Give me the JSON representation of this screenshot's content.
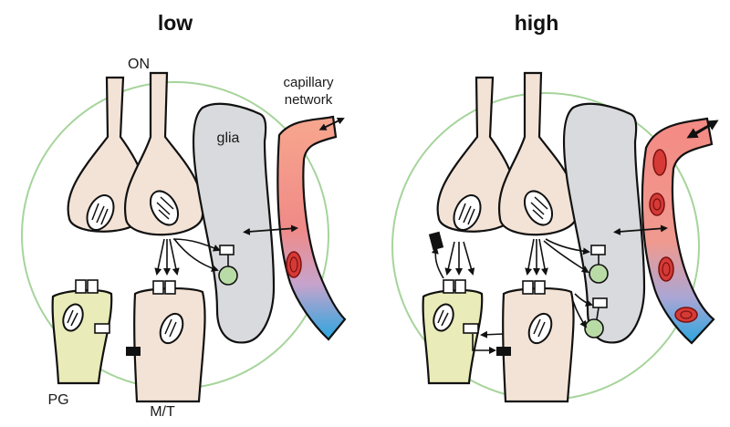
{
  "panels": {
    "left": {
      "title": "low"
    },
    "right": {
      "title": "high"
    }
  },
  "labels": {
    "on": "ON",
    "capillary_line1": "capillary",
    "capillary_line2": "network",
    "glia": "glia",
    "pg": "PG",
    "mt": "M/T"
  },
  "colors": {
    "glomerulus_outline": "#a6d49b",
    "on_terminal_fill": "#f3e3d6",
    "pg_fill": "#e9ebb8",
    "mt_fill": "#f3e3d6",
    "glia_fill": "#d9dadd",
    "capillary_top": "#f5a98f",
    "capillary_mid": "#e6677a",
    "capillary_bottom": "#2ea6dd",
    "rbc_fill": "#d63a36",
    "receptor_green": "#b9dca6",
    "blocker": "#111111"
  }
}
